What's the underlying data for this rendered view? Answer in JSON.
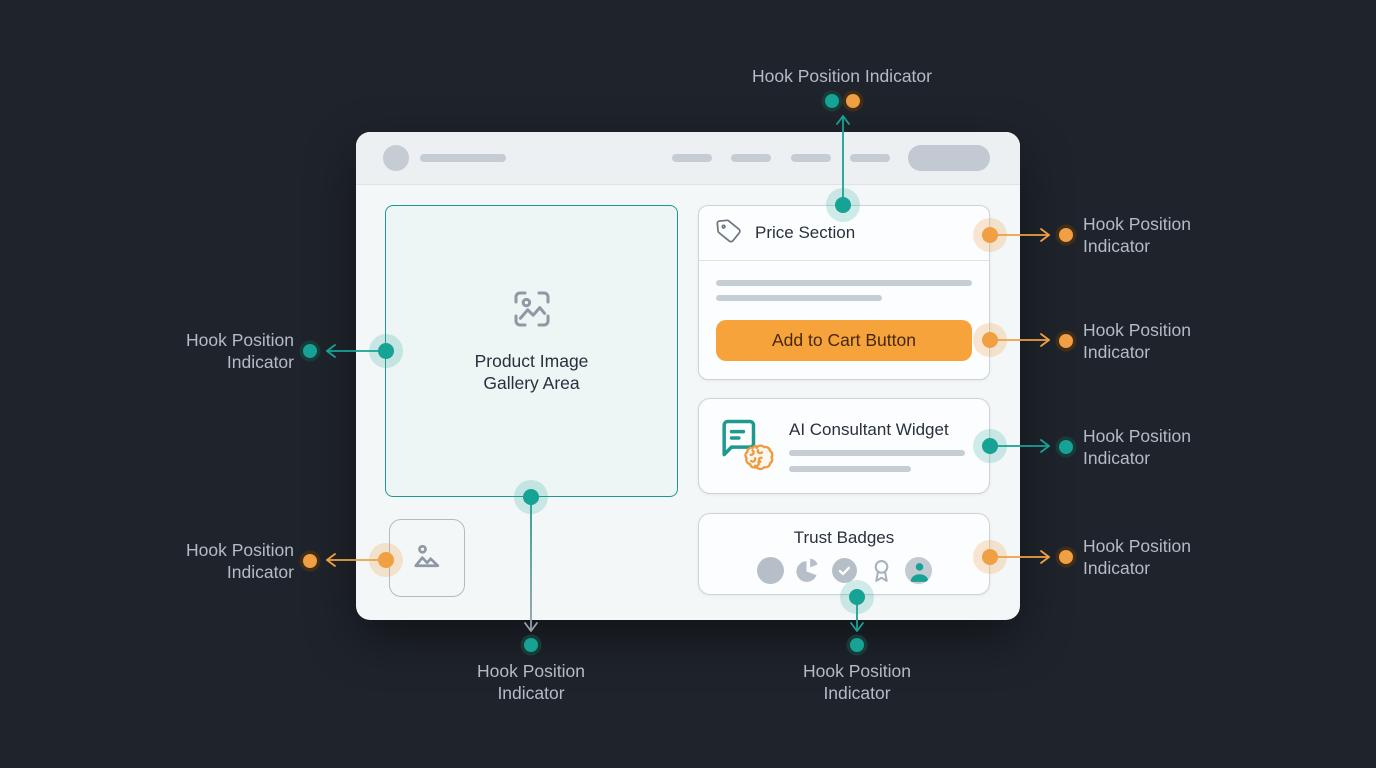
{
  "colors": {
    "background": "#1f242c",
    "teal": "#16a294",
    "teal_dark": "#1d9a8d",
    "orange": "#f09f43",
    "orange_button": "#f6a33c",
    "button_text": "#46280f",
    "window_bg": "#f3f7f8",
    "header_bg": "#edf0f3",
    "window_border_line": "#dee3e8",
    "card_bg": "#fcfdfe",
    "card_border": "#ccd3da",
    "bar_gray": "#c7cdd5",
    "badge_gray": "#b6bec8",
    "label_text": "#b4bbc5",
    "title_text": "#28313c",
    "icon_gray": "#8f98a3",
    "arrow_gray": "#97a1aa"
  },
  "browser_mockup": {
    "header": {
      "avatar_icon": "avatar-circle",
      "title_placeholder": "placeholder-bar",
      "nav_pill_count": 4,
      "action_pill": "placeholder-action-pill"
    },
    "gallery": {
      "icon": "image-scan-icon",
      "label": "Product Image Gallery Area"
    },
    "thumbnail": {
      "icon": "image-icon"
    },
    "price_section": {
      "icon": "price-tag-icon",
      "title": "Price Section",
      "placeholder_lines": 2,
      "button_label": "Add to Cart Button"
    },
    "ai_widget": {
      "icons": [
        "chat-bubble-icon",
        "brain-icon"
      ],
      "title": "AI Consultant Widget",
      "placeholder_lines": 2
    },
    "trust_badges": {
      "title": "Trust Badges",
      "badge_icons": [
        "circle-badge-icon",
        "pie-chart-badge-icon",
        "check-badge-icon",
        "award-badge-icon",
        "user-badge-icon"
      ]
    }
  },
  "hooks": {
    "labels": [
      {
        "id": "top",
        "label": "Hook Position Indicator",
        "dot_colors": [
          "teal",
          "orange"
        ]
      },
      {
        "id": "left-gallery",
        "label": "Hook Position Indicator",
        "dot_colors": [
          "teal"
        ]
      },
      {
        "id": "left-thumbnail",
        "label": "Hook Position Indicator",
        "dot_colors": [
          "orange"
        ]
      },
      {
        "id": "right-price",
        "label": "Hook Position Indicator",
        "dot_colors": [
          "orange"
        ]
      },
      {
        "id": "right-cart",
        "label": "Hook Position Indicator",
        "dot_colors": [
          "orange"
        ]
      },
      {
        "id": "right-ai",
        "label": "Hook Position Indicator",
        "dot_colors": [
          "teal"
        ]
      },
      {
        "id": "right-trust",
        "label": "Hook Position Indicator",
        "dot_colors": [
          "orange"
        ]
      },
      {
        "id": "bottom-gallery",
        "label": "Hook Position Indicator",
        "dot_colors": [
          "teal"
        ]
      },
      {
        "id": "bottom-trust",
        "label": "Hook Position Indicator",
        "dot_colors": [
          "teal"
        ]
      }
    ]
  }
}
